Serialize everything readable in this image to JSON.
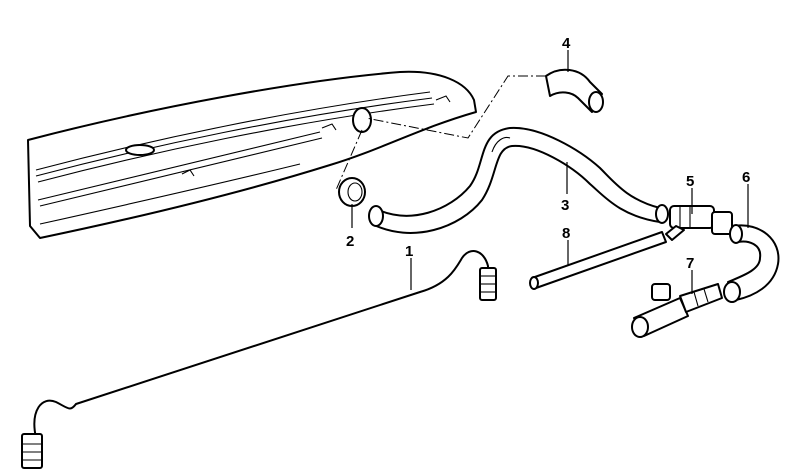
{
  "diagram": {
    "callouts": [
      {
        "id": "part-1",
        "label": "1"
      },
      {
        "id": "part-2",
        "label": "2"
      },
      {
        "id": "part-3",
        "label": "3"
      },
      {
        "id": "part-4",
        "label": "4"
      },
      {
        "id": "part-5",
        "label": "5"
      },
      {
        "id": "part-6",
        "label": "6"
      },
      {
        "id": "part-7",
        "label": "7"
      },
      {
        "id": "part-8",
        "label": "8"
      }
    ],
    "colors": {
      "line": "#000000",
      "background": "#ffffff"
    }
  }
}
